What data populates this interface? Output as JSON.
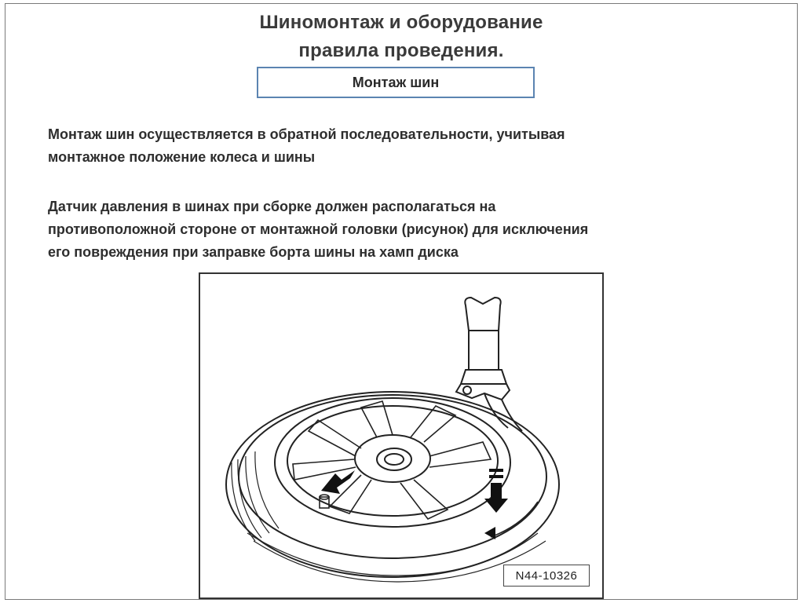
{
  "slide": {
    "title_line1": "Шиномонтаж и оборудование",
    "title_line2": "правила проведения.",
    "subtitle": "Монтаж шин",
    "paragraph1": [
      "Монтаж шин осуществляется в обратной последовательности, учитывая",
      "монтажное положение колеса и шины"
    ],
    "paragraph2": [
      "Датчик давления в шинах при сборке должен располагаться на",
      "противоположной стороне от монтажной головки (рисунок) для исключения",
      "его повреждения при заправке борта шины на хамп диска"
    ],
    "figure_code": "N44-10326"
  }
}
